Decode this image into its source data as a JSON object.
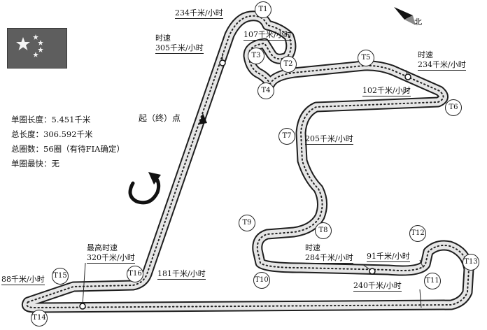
{
  "start_label": "起（终）点",
  "north_label": "北",
  "info": [
    "单圈长度：5.451千米",
    "总长度：306.592千米",
    "总圈数：56圈（有待FIA确定）",
    "单圈最快：无"
  ],
  "speeds": {
    "s1": "234千米/小时",
    "s2": "107千米/小时",
    "s3a": "时速",
    "s3b": "305千米/小时",
    "s4a": "时速",
    "s4b": "234千米/小时",
    "s5": "102千米/小时",
    "s6": "205千米/小时",
    "s7a": "时速",
    "s7b": "284千米/小时",
    "s8": "91千米/小时",
    "s9": "240千米/小时",
    "s10": "181千米/小时",
    "s11a": "最高时速",
    "s11b": "320千米/小时",
    "s12": "88千米/小时"
  },
  "turns": [
    "T1",
    "T2",
    "T3",
    "T4",
    "T5",
    "T6",
    "T7",
    "T8",
    "T9",
    "T10",
    "T11",
    "T12",
    "T13",
    "T14",
    "T15",
    "T16"
  ]
}
